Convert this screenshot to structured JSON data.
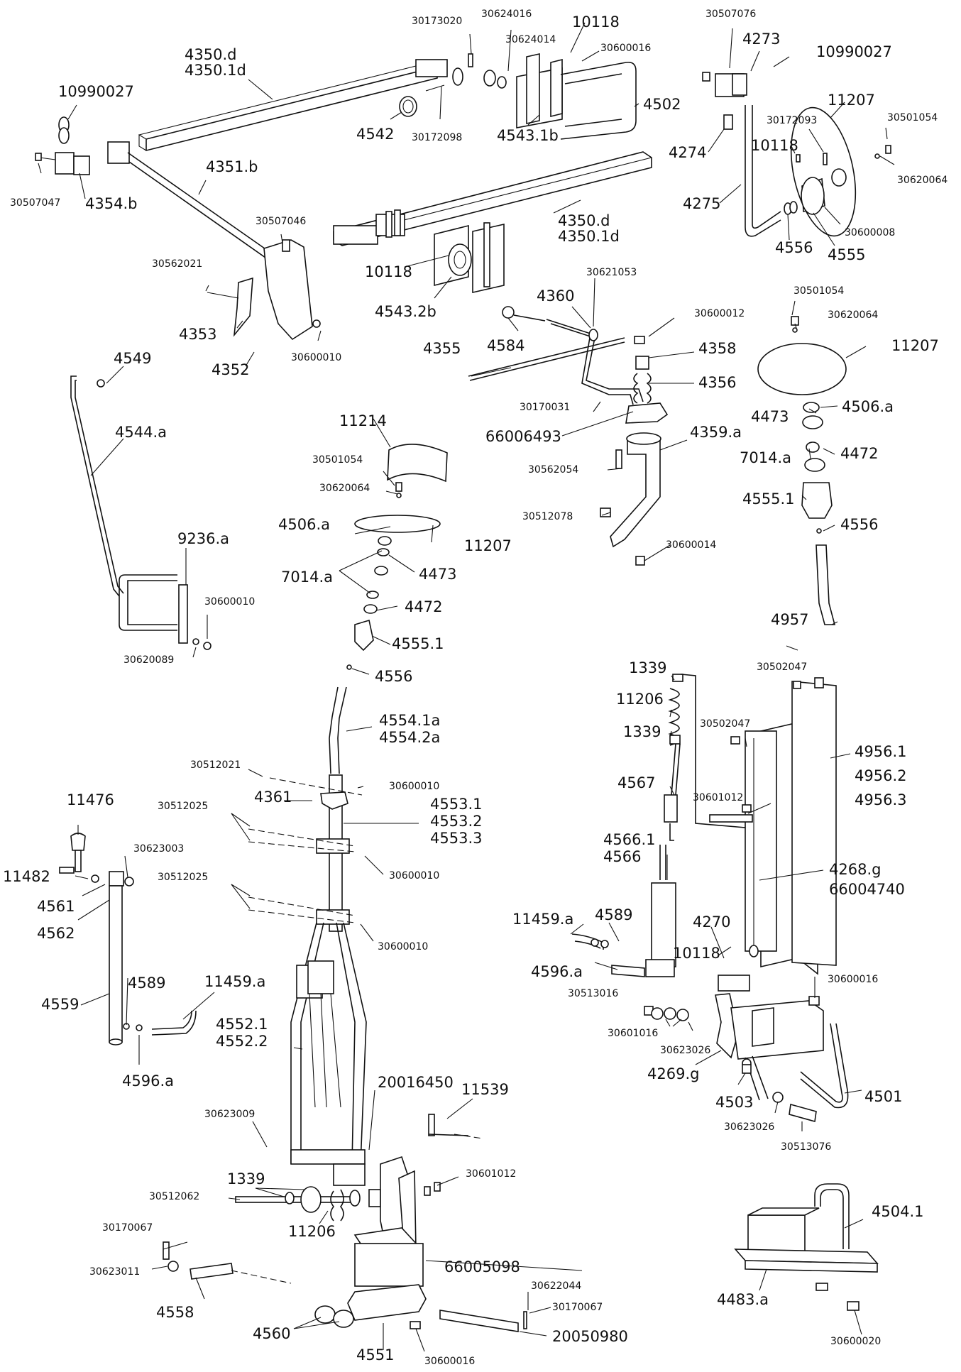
{
  "labels": {
    "l_10990027_a": "10990027",
    "l_30507047": "30507047",
    "l_4354b": "4354.b",
    "l_4350d_a": "4350.d",
    "l_43501d_a": "4350.1d",
    "l_4542": "4542",
    "l_30172098": "30172098",
    "l_30173020": "30173020",
    "l_30624016": "30624016",
    "l_30624014": "30624014",
    "l_10118_a": "10118",
    "l_30600016_a": "30600016",
    "l_4502": "4502",
    "l_45431b": "4543.1b",
    "l_4351b": "4351.b",
    "l_30507046": "30507046",
    "l_30562021": "30562021",
    "l_4353": "4353",
    "l_4352": "4352",
    "l_30600010_a": "30600010",
    "l_4350d_b": "4350.d",
    "l_43501d_b": "4350.1d",
    "l_10118_b": "10118",
    "l_45432b": "4543.2b",
    "l_30507076": "30507076",
    "l_4273": "4273",
    "l_10990027_b": "10990027",
    "l_11207_a": "11207",
    "l_30172093": "30172093",
    "l_30501054_a": "30501054",
    "l_4274": "4274",
    "l_10118_c": "10118",
    "l_30620064_a": "30620064",
    "l_4275": "4275",
    "l_4556_a": "4556",
    "l_4555": "4555",
    "l_30600008": "30600008",
    "l_30621053": "30621053",
    "l_4360": "4360",
    "l_30600012": "30600012",
    "l_4584": "4584",
    "l_4358": "4358",
    "l_4355": "4355",
    "l_4356": "4356",
    "l_30170031": "30170031",
    "l_66006493": "66006493",
    "l_4359a": "4359.a",
    "l_30562054": "30562054",
    "l_30512078": "30512078",
    "l_30600014": "30600014",
    "l_30501054_b": "30501054",
    "l_30620064_b": "30620064",
    "l_11207_b": "11207",
    "l_4473_a": "4473",
    "l_4506a_a": "4506.a",
    "l_7014a_a": "7014.a",
    "l_4472_a": "4472",
    "l_45551_a": "4555.1",
    "l_4556_b": "4556",
    "l_4549": "4549",
    "l_4544a": "4544.a",
    "l_11214": "11214",
    "l_30501054_c": "30501054",
    "l_30620064_c": "30620064",
    "l_4506a_b": "4506.a",
    "l_11207_c": "11207",
    "l_7014a_b": "7014.a",
    "l_4473_b": "4473",
    "l_4472_b": "4472",
    "l_45551_b": "4555.1",
    "l_4556_c": "4556",
    "l_9236a": "9236.a",
    "l_30600010_b": "30600010",
    "l_30620089": "30620089",
    "l_45541a": "4554.1a",
    "l_45542a": "4554.2a",
    "l_4957": "4957",
    "l_30502047_a": "30502047",
    "l_1339_a": "1339",
    "l_11206_a": "11206",
    "l_1339_b": "1339",
    "l_30502047_b": "30502047",
    "l_4567": "4567",
    "l_30601012_a": "30601012",
    "l_49561": "4956.1",
    "l_49562": "4956.2",
    "l_49563": "4956.3",
    "l_30512021": "30512021",
    "l_30600010_c": "30600010",
    "l_4361": "4361",
    "l_30512025_a": "30512025",
    "l_45531": "4553.1",
    "l_45532": "4553.2",
    "l_45533": "4553.3",
    "l_30600010_d": "30600010",
    "l_30512025_b": "30512025",
    "l_30600010_e": "30600010",
    "l_11476": "11476",
    "l_30623003": "30623003",
    "l_11482": "11482",
    "l_4561": "4561",
    "l_4562": "4562",
    "l_4559": "4559",
    "l_4589_a": "4589",
    "l_11459a_a": "11459.a",
    "l_4596a_a": "4596.a",
    "l_45661": "4566.1",
    "l_4566": "4566",
    "l_4268g": "4268.g",
    "l_66004740": "66004740",
    "l_11459a_b": "11459.a",
    "l_4589_b": "4589",
    "l_4270": "4270",
    "l_4596a_b": "4596.a",
    "l_10118_d": "10118",
    "l_30513016": "30513016",
    "l_30600016_b": "30600016",
    "l_30601016": "30601016",
    "l_30623026_a": "30623026",
    "l_4269g": "4269.g",
    "l_4503": "4503",
    "l_4501": "4501",
    "l_30623026_b": "30623026",
    "l_30513076": "30513076",
    "l_45521": "4552.1",
    "l_45522": "4552.2",
    "l_20016450": "20016450",
    "l_11539": "11539",
    "l_30623009": "30623009",
    "l_30601012_b": "30601012",
    "l_1339_c": "1339",
    "l_30512062": "30512062",
    "l_11206_b": "11206",
    "l_30170067_a": "30170067",
    "l_66005098": "66005098",
    "l_30623011": "30623011",
    "l_4558": "4558",
    "l_30622044": "30622044",
    "l_30170067_b": "30170067",
    "l_4560": "4560",
    "l_20050980": "20050980",
    "l_4551": "4551",
    "l_30600016_c": "30600016",
    "l_45041": "4504.1",
    "l_4483a": "4483.a",
    "l_30600020": "30600020"
  }
}
